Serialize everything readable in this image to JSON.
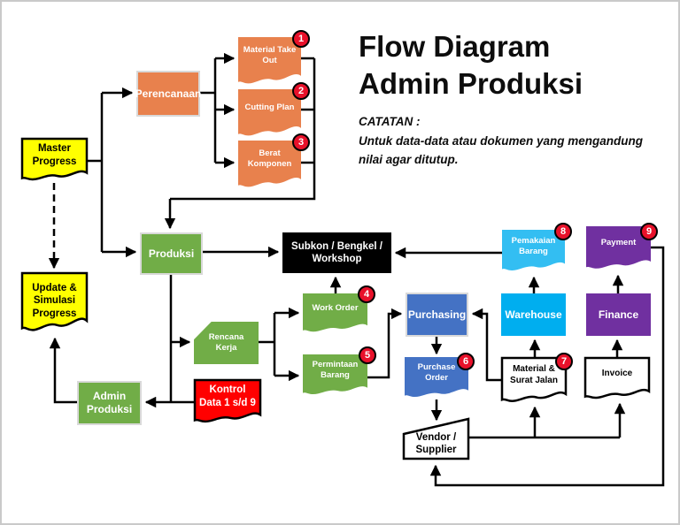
{
  "title": {
    "text": "Flow Diagram\nAdmin Produksi"
  },
  "note": {
    "heading": "CATATAN :",
    "body": "Untuk data-data atau dokumen yang mengandung\nnilai agar ditutup."
  },
  "palette": {
    "orange": "#e8814d",
    "green": "#71ad47",
    "yellow": "#ffff00",
    "red": "#ff0000",
    "blue": "#4472c4",
    "cyan": "#00aeef",
    "cyan_light": "#33bef2",
    "purple": "#7030a0",
    "black": "#000000",
    "badge_red": "#e8112a",
    "line": "#000000"
  },
  "nodes": {
    "master_progress": {
      "label": "Master\nProgress",
      "shape": "document",
      "color": "#ffff00"
    },
    "update_simulasi_progress": {
      "label": "Update &\nSimulasi\nProgress",
      "shape": "document",
      "color": "#ffff00"
    },
    "perencanaan": {
      "label": "Perencanaan",
      "shape": "rectangle",
      "color": "#e8814d"
    },
    "material_take_out": {
      "label": "Material Take\nOut",
      "shape": "document",
      "color": "#e8814d"
    },
    "cutting_plan": {
      "label": "Cutting Plan",
      "shape": "document",
      "color": "#e8814d"
    },
    "berat_komponen": {
      "label": "Berat\nKomponen",
      "shape": "document",
      "color": "#e8814d"
    },
    "produksi": {
      "label": "Produksi",
      "shape": "rectangle",
      "color": "#71ad47"
    },
    "subkon_workshop": {
      "label": "Subkon / Bengkel /\nWorkshop",
      "shape": "rectangle",
      "color": "#000000"
    },
    "rencana_kerja": {
      "label": "Rencana\nKerja",
      "shape": "snip-rectangle",
      "color": "#71ad47"
    },
    "work_order": {
      "label": "Work Order",
      "shape": "document",
      "color": "#71ad47"
    },
    "permintaan_barang": {
      "label": "Permintaan\nBarang",
      "shape": "document",
      "color": "#71ad47"
    },
    "admin_produksi": {
      "label": "Admin\nProduksi",
      "shape": "rectangle",
      "color": "#71ad47"
    },
    "kontrol_data": {
      "label": "Kontrol\nData 1 s/d 9",
      "shape": "document",
      "color": "#ff0000"
    },
    "purchasing": {
      "label": "Purchasing",
      "shape": "rectangle",
      "color": "#4472c4"
    },
    "purchase_order": {
      "label": "Purchase\nOrder",
      "shape": "document",
      "color": "#4472c4"
    },
    "warehouse": {
      "label": "Warehouse",
      "shape": "rectangle",
      "color": "#00aeef"
    },
    "pemakaian_barang": {
      "label": "Pemakaian\nBarang",
      "shape": "document",
      "color": "#33bef2"
    },
    "finance": {
      "label": "Finance",
      "shape": "rectangle",
      "color": "#7030a0"
    },
    "payment": {
      "label": "Payment",
      "shape": "document",
      "color": "#7030a0"
    },
    "material_surat_jalan": {
      "label": "Material &\nSurat Jalan",
      "shape": "document",
      "color": "#ffffff"
    },
    "invoice": {
      "label": "Invoice",
      "shape": "document",
      "color": "#ffffff"
    },
    "vendor_supplier": {
      "label": "Vendor /\nSupplier",
      "shape": "quad",
      "color": "#ffffff"
    }
  },
  "badges": [
    {
      "number": "1",
      "node": "material_take_out"
    },
    {
      "number": "2",
      "node": "cutting_plan"
    },
    {
      "number": "3",
      "node": "berat_komponen"
    },
    {
      "number": "4",
      "node": "work_order"
    },
    {
      "number": "5",
      "node": "permintaan_barang"
    },
    {
      "number": "6",
      "node": "purchase_order"
    },
    {
      "number": "7",
      "node": "material_surat_jalan"
    },
    {
      "number": "8",
      "node": "pemakaian_barang"
    },
    {
      "number": "9",
      "node": "payment"
    }
  ],
  "edges": [
    {
      "from": "master_progress",
      "to": "perencanaan",
      "style": "solid"
    },
    {
      "from": "master_progress",
      "to": "produksi",
      "style": "solid"
    },
    {
      "from": "master_progress",
      "to": "update_simulasi_progress",
      "style": "dashed"
    },
    {
      "from": "perencanaan",
      "to": "material_take_out",
      "style": "solid"
    },
    {
      "from": "perencanaan",
      "to": "cutting_plan",
      "style": "solid"
    },
    {
      "from": "perencanaan",
      "to": "berat_komponen",
      "style": "solid"
    },
    {
      "from": "material_take_out",
      "to": "produksi",
      "style": "solid"
    },
    {
      "from": "cutting_plan",
      "to": "produksi",
      "style": "solid"
    },
    {
      "from": "berat_komponen",
      "to": "produksi",
      "style": "solid"
    },
    {
      "from": "produksi",
      "to": "subkon_workshop",
      "style": "solid"
    },
    {
      "from": "produksi",
      "to": "rencana_kerja",
      "style": "solid"
    },
    {
      "from": "produksi",
      "to": "admin_produksi",
      "style": "solid"
    },
    {
      "from": "kontrol_data",
      "to": "admin_produksi",
      "style": "solid"
    },
    {
      "from": "admin_produksi",
      "to": "update_simulasi_progress",
      "style": "solid"
    },
    {
      "from": "rencana_kerja",
      "to": "work_order",
      "style": "solid"
    },
    {
      "from": "rencana_kerja",
      "to": "permintaan_barang",
      "style": "solid"
    },
    {
      "from": "work_order",
      "to": "subkon_workshop",
      "style": "solid"
    },
    {
      "from": "permintaan_barang",
      "to": "purchasing",
      "style": "solid"
    },
    {
      "from": "purchasing",
      "to": "purchase_order",
      "style": "solid"
    },
    {
      "from": "purchase_order",
      "to": "vendor_supplier",
      "style": "solid"
    },
    {
      "from": "vendor_supplier",
      "to": "material_surat_jalan",
      "style": "solid"
    },
    {
      "from": "vendor_supplier",
      "to": "invoice",
      "style": "solid"
    },
    {
      "from": "material_surat_jalan",
      "to": "warehouse",
      "style": "solid"
    },
    {
      "from": "material_surat_jalan",
      "to": "purchasing",
      "style": "solid"
    },
    {
      "from": "invoice",
      "to": "finance",
      "style": "solid"
    },
    {
      "from": "warehouse",
      "to": "pemakaian_barang",
      "style": "solid"
    },
    {
      "from": "finance",
      "to": "payment",
      "style": "solid"
    },
    {
      "from": "pemakaian_barang",
      "to": "subkon_workshop",
      "style": "solid"
    },
    {
      "from": "payment",
      "to": "vendor_supplier",
      "style": "solid"
    }
  ]
}
